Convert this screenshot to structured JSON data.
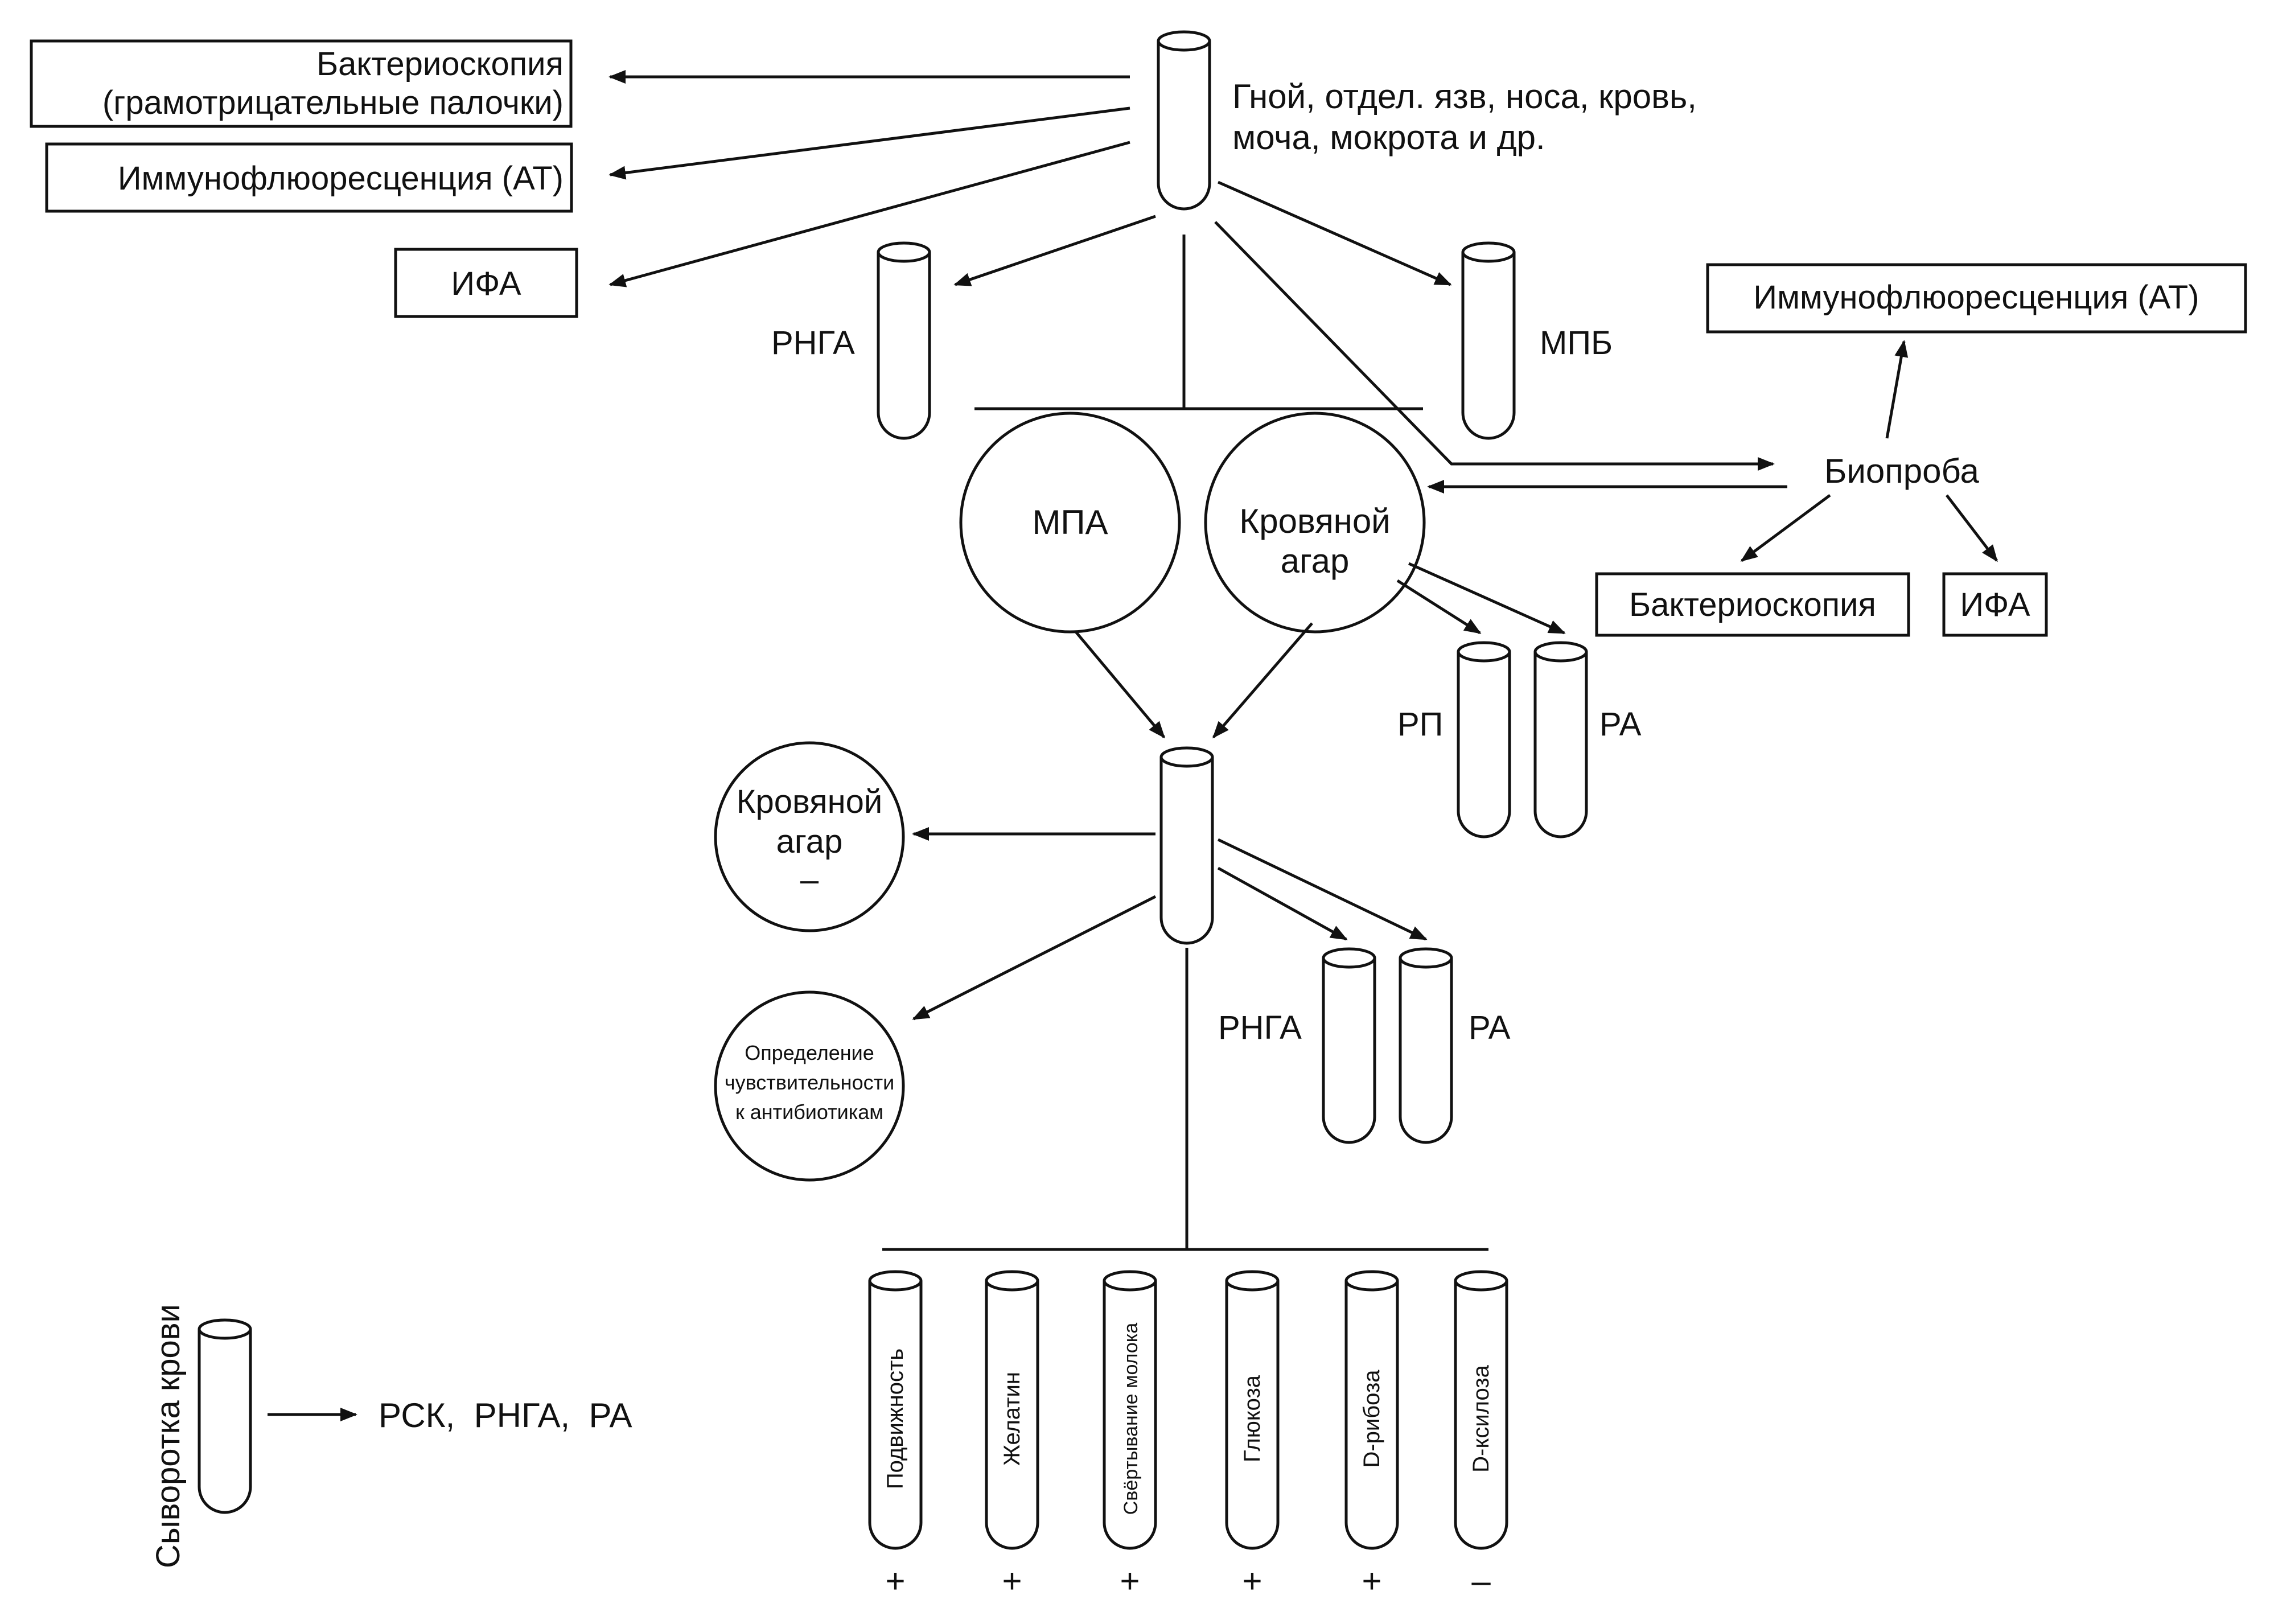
{
  "specimen_tube": {
    "label_line1": "Гной, отдел. язв, носа, кровь,",
    "label_line2": "моча, мокрота и др."
  },
  "direct_tests": {
    "bacterioscopy_line1": "Бактериоскопия",
    "bacterioscopy_line2": "(грамотрицательные палочки)",
    "immunofluorescence": "Иммунофлюоресценция (АТ)",
    "ifa": "ИФА"
  },
  "first_tubes": {
    "rnga": "РНГА",
    "mpb": "МПБ"
  },
  "plates": {
    "mpa": "МПА",
    "blood_agar_line1": "Кровяной",
    "blood_agar_line2": "агар"
  },
  "bioassay": {
    "label": "Биопроба",
    "immunofluorescence": "Иммунофлюоресценция (АТ)",
    "bacterioscopy": "Бактериоскопия",
    "ifa": "ИФА"
  },
  "blood_agar_tests": {
    "rp": "РП",
    "ra": "РА"
  },
  "pure_culture": {
    "blood_agar_line1": "Кровяной",
    "blood_agar_line2": "агар",
    "blood_agar_result": "–",
    "sensitivity_line1": "Определение",
    "sensitivity_line2": "чувствительности",
    "sensitivity_line3": "к антибиотикам",
    "rnga": "РНГА",
    "ra": "РА"
  },
  "biochemical_tests": [
    {
      "label": "Подвижность",
      "result": "+"
    },
    {
      "label": "Желатин",
      "result": "+"
    },
    {
      "label": "Свёртывание молока",
      "result": "+"
    },
    {
      "label": "Глюкоза",
      "result": "+"
    },
    {
      "label": "D-рибоза",
      "result": "+"
    },
    {
      "label": "D-ксилоза",
      "result": "–"
    }
  ],
  "serum": {
    "label": "Сыворотка крови",
    "tests": "РСК,  РНГА,  РА"
  }
}
